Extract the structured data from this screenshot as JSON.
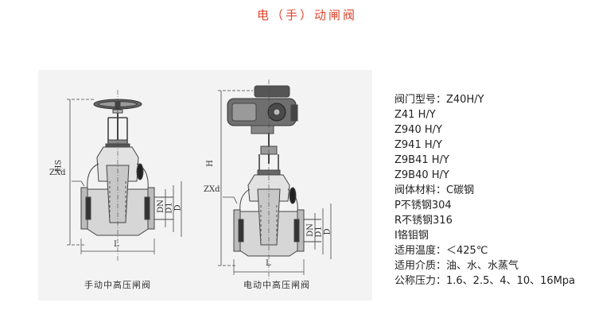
{
  "page": {
    "title": "电（手）动闸阀"
  },
  "figure": {
    "manual": {
      "caption": "手动中高压闸阀",
      "labels": {
        "hs": "HS",
        "zxd": "ZXd",
        "dn": "DN",
        "d1": "D1",
        "d": "D",
        "l": "L"
      }
    },
    "electric": {
      "caption": "电动中高压闸阀",
      "labels": {
        "h": "H",
        "zxd": "ZXd",
        "dn": "DN",
        "d1": "D1",
        "d": "D",
        "l": "L"
      }
    }
  },
  "specs": [
    "阀门型号：Z40H/Y",
    "Z41 H/Y",
    "Z940 H/Y",
    "Z941 H/Y",
    "Z9B41 H/Y",
    "Z9B40 H/Y",
    "阀体材料：C碳钢",
    "P不锈钢304",
    "R不锈钢316",
    "I铬钼钢",
    "适用温度：＜425℃",
    "适用介质：油、水、水蒸气",
    "公称压力：1.6、2.5、4、10、16Mpa"
  ]
}
